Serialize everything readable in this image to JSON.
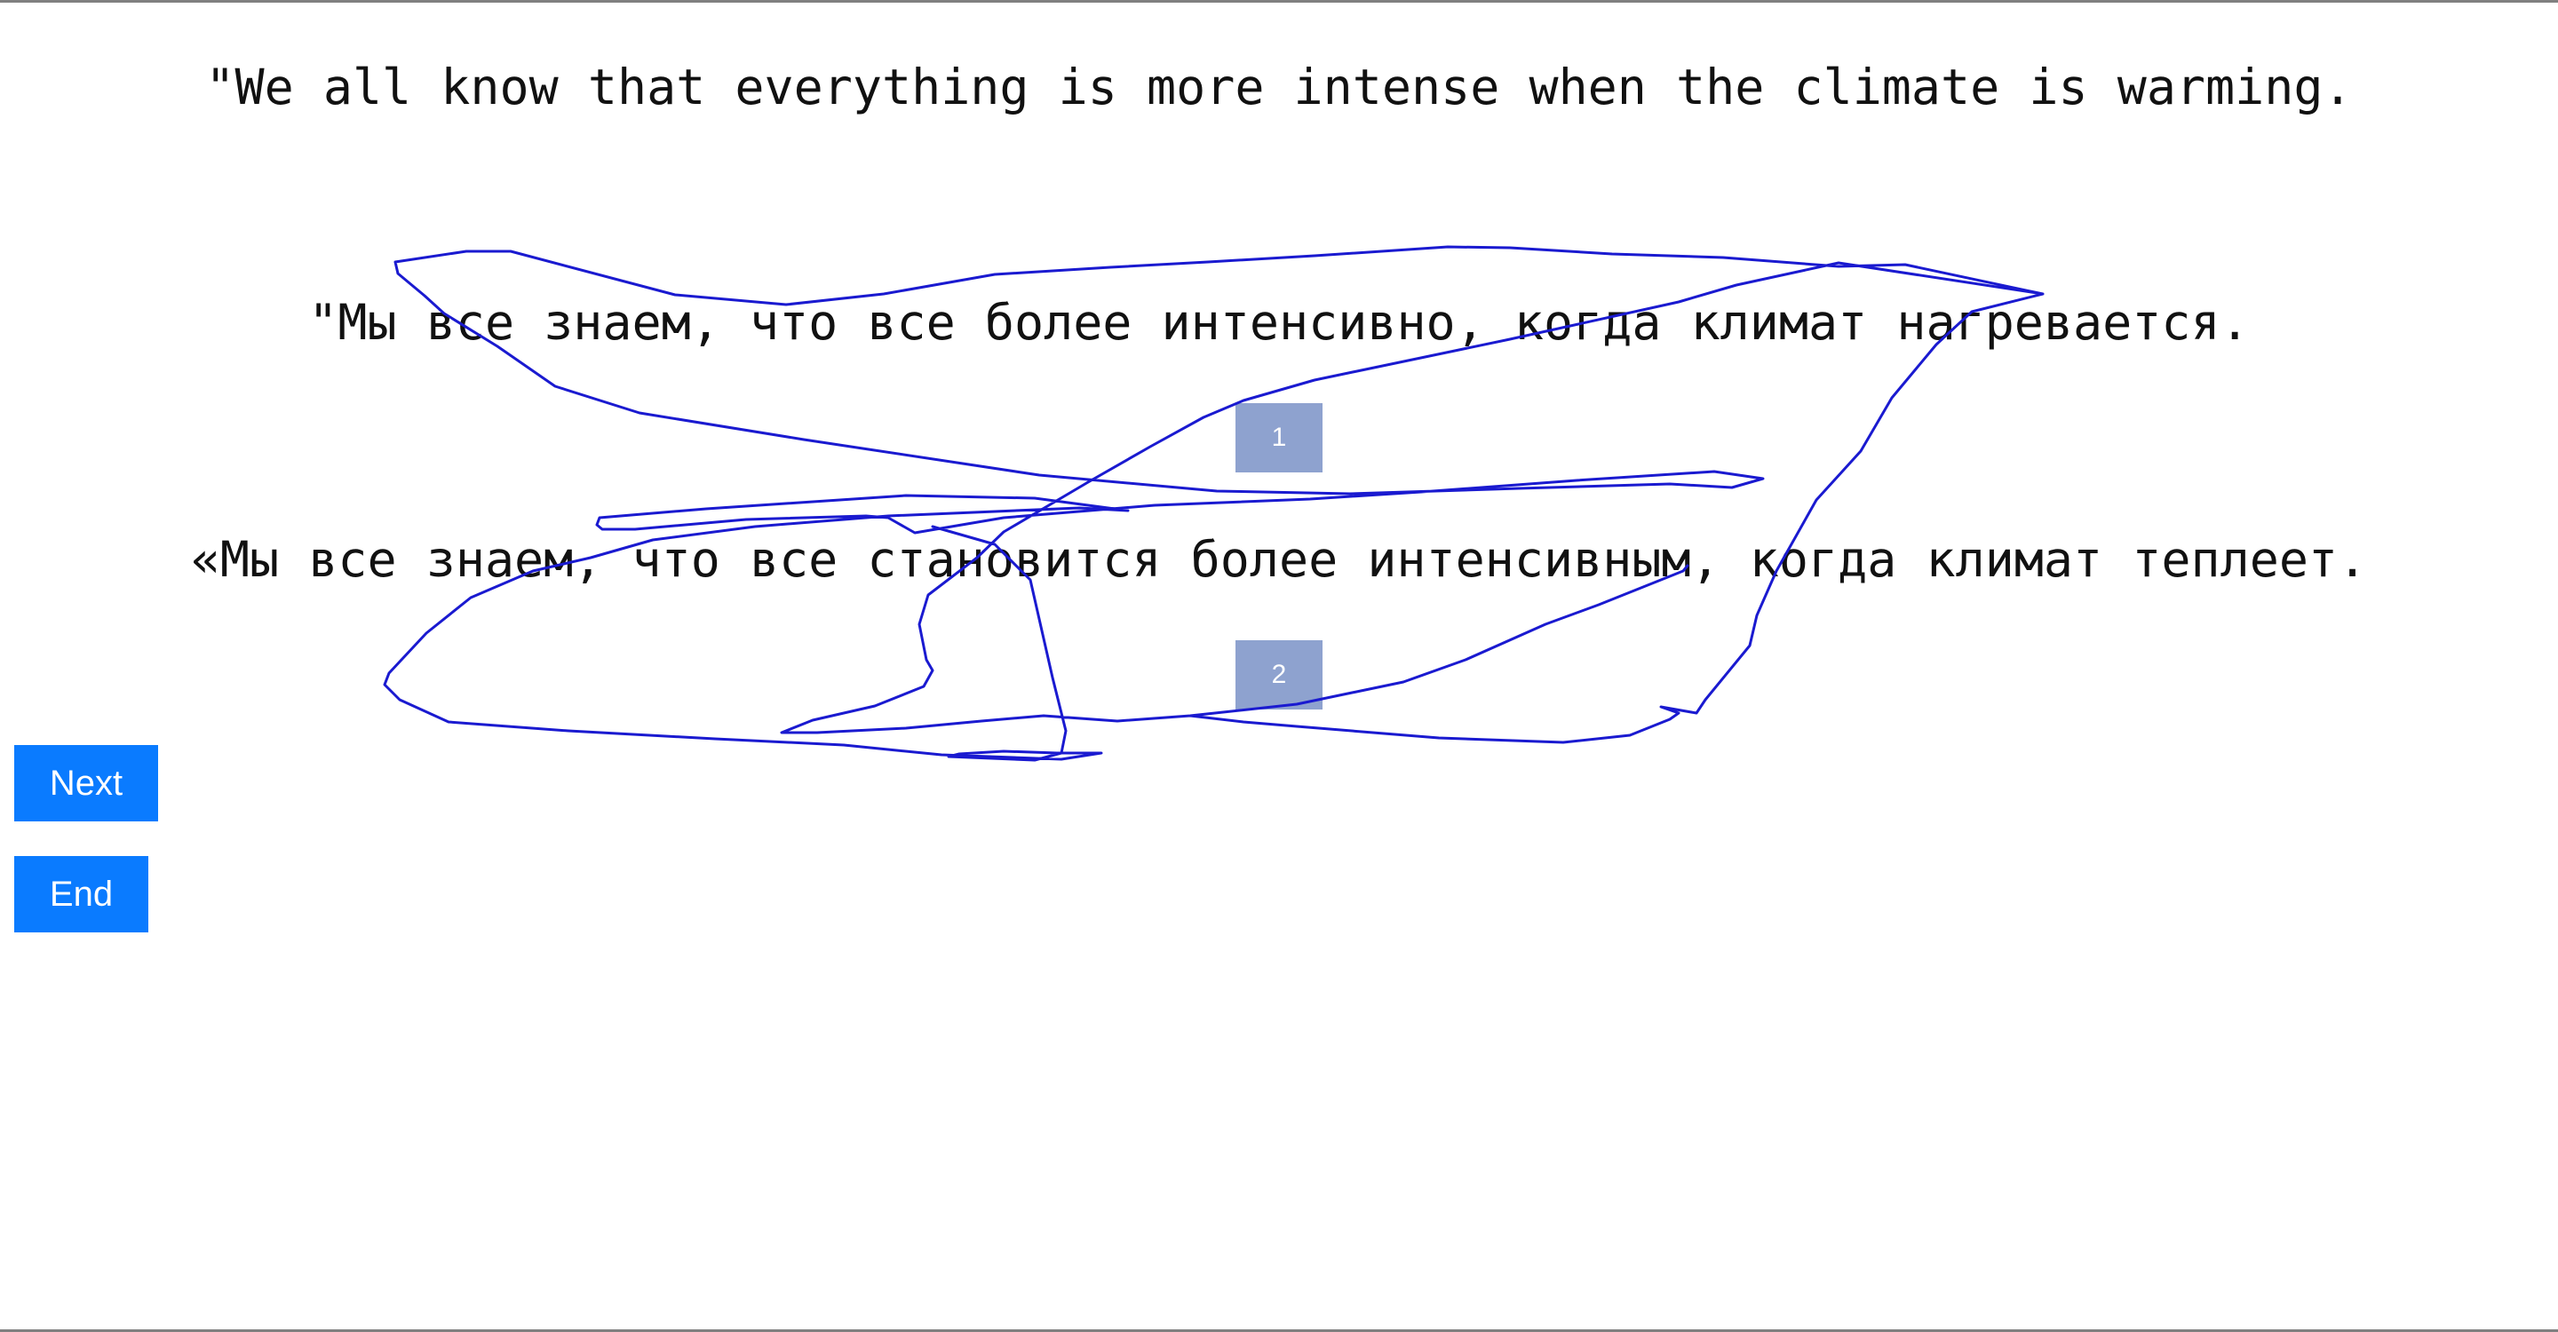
{
  "source_sentence": "\"We all know that everything is more intense when the climate is warming.",
  "translations": [
    "\"Мы все знаем, что все более интенсивно, когда климат нагревается.",
    "«Мы все знаем, что все становится более интенсивным, когда климат теплеет."
  ],
  "rank_labels": [
    "1",
    "2"
  ],
  "buttons": {
    "next_label": "Next",
    "end_label": "End"
  },
  "colors": {
    "button_blue": "#0a7bff",
    "rank_box": "#8ea2cf",
    "scribble_stroke": "#1a1ad0"
  }
}
